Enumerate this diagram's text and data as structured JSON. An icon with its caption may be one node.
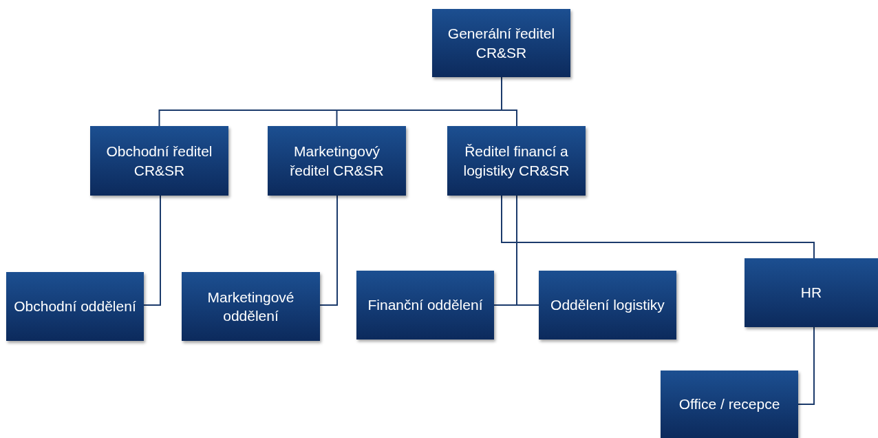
{
  "diagram": {
    "nodes": [
      {
        "text": [
          "Generální ředitel CR&SR"
        ]
      },
      {
        "text": [
          "Obchodní ředitel CR&SR"
        ]
      },
      {
        "text": [
          "Marketingový ředitel CR&SR"
        ]
      },
      {
        "text": [
          "Ředitel financí a logistiky CR&SR"
        ]
      },
      {
        "text": [
          "Obchodní oddělení"
        ]
      },
      {
        "text": [
          "Marketingové oddělení"
        ]
      },
      {
        "text": [
          "Finanční oddělení"
        ]
      },
      {
        "text": [
          "Oddělení logistiky"
        ]
      },
      {
        "text": [
          "HR"
        ]
      },
      {
        "text": [
          "Office / recepce"
        ]
      }
    ],
    "edges": [
      {
        "from": 0,
        "to": 1,
        "arrow": "none"
      },
      {
        "from": 0,
        "to": 2,
        "arrow": "none"
      },
      {
        "from": 0,
        "to": 3,
        "arrow": "none"
      },
      {
        "from": 1,
        "to": 4,
        "arrow": "none"
      },
      {
        "from": 2,
        "to": 5,
        "arrow": "none"
      },
      {
        "from": 3,
        "to": 6,
        "arrow": "none"
      },
      {
        "from": 3,
        "to": 7,
        "arrow": "none"
      },
      {
        "from": 3,
        "to": 8,
        "arrow": "none"
      },
      {
        "from": 8,
        "to": 9,
        "arrow": "none"
      }
    ]
  }
}
